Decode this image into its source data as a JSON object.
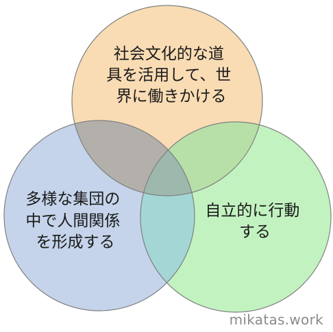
{
  "diagram": {
    "type": "venn",
    "circles": [
      {
        "id": "top",
        "lines": [
          "社会文化的な道",
          "具を活用して、世",
          "界に働きかける"
        ],
        "fill": "#f9dcb4",
        "stroke": "#7f7f7f"
      },
      {
        "id": "left",
        "lines": [
          "多様な集団の",
          "中で人間関係",
          "を形成する"
        ],
        "fill": "#c5d4ea",
        "stroke": "#7f7f7f"
      },
      {
        "id": "right",
        "lines": [
          "自立的に行動",
          "する"
        ],
        "fill": "#c3f2c1",
        "stroke": "#7f7f7f"
      }
    ]
  },
  "watermark": "mikatas.work"
}
